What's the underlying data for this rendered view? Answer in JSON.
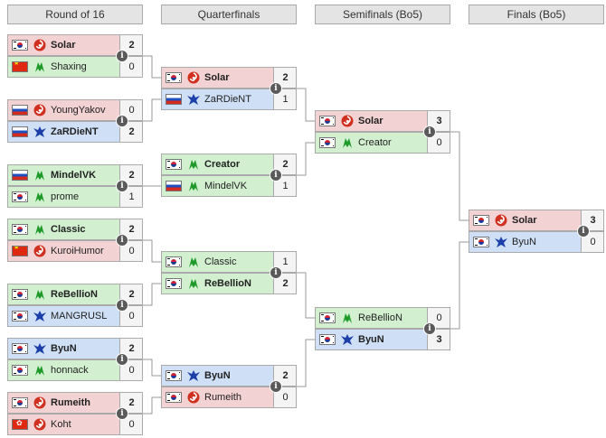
{
  "rounds": [
    {
      "label": "Round of 16"
    },
    {
      "label": "Quarterfinals"
    },
    {
      "label": "Semifinals (Bo5)"
    },
    {
      "label": "Finals (Bo5)"
    }
  ],
  "info_icon": "i",
  "matches": [
    {
      "round": 0,
      "players": [
        {
          "flag": "kr",
          "race": "zerg",
          "name": "Solar",
          "score": "2",
          "winner": true
        },
        {
          "flag": "cn",
          "race": "protoss",
          "name": "Shaxing",
          "score": "0",
          "winner": false
        }
      ]
    },
    {
      "round": 0,
      "players": [
        {
          "flag": "ru",
          "race": "zerg",
          "name": "YoungYakov",
          "score": "0",
          "winner": false
        },
        {
          "flag": "ru",
          "race": "terran",
          "name": "ZaRDieNT",
          "score": "2",
          "winner": true
        }
      ]
    },
    {
      "round": 0,
      "players": [
        {
          "flag": "ru",
          "race": "protoss",
          "name": "MindelVK",
          "score": "2",
          "winner": true
        },
        {
          "flag": "kr",
          "race": "protoss",
          "name": "prome",
          "score": "1",
          "winner": false
        }
      ]
    },
    {
      "round": 0,
      "players": [
        {
          "flag": "kr",
          "race": "protoss",
          "name": "Classic",
          "score": "2",
          "winner": true
        },
        {
          "flag": "cn",
          "race": "zerg",
          "name": "KuroiHumor",
          "score": "0",
          "winner": false
        }
      ]
    },
    {
      "round": 0,
      "players": [
        {
          "flag": "kr",
          "race": "protoss",
          "name": "ReBellioN",
          "score": "2",
          "winner": true
        },
        {
          "flag": "kr",
          "race": "terran",
          "name": "MANGRUSL",
          "score": "0",
          "winner": false
        }
      ]
    },
    {
      "round": 0,
      "players": [
        {
          "flag": "kr",
          "race": "terran",
          "name": "ByuN",
          "score": "2",
          "winner": true
        },
        {
          "flag": "kr",
          "race": "protoss",
          "name": "honnack",
          "score": "0",
          "winner": false
        }
      ]
    },
    {
      "round": 0,
      "players": [
        {
          "flag": "kr",
          "race": "zerg",
          "name": "Rumeith",
          "score": "2",
          "winner": true
        },
        {
          "flag": "hk",
          "race": "zerg",
          "name": "Koht",
          "score": "0",
          "winner": false
        }
      ]
    },
    {
      "round": 1,
      "players": [
        {
          "flag": "kr",
          "race": "zerg",
          "name": "Solar",
          "score": "2",
          "winner": true
        },
        {
          "flag": "ru",
          "race": "terran",
          "name": "ZaRDieNT",
          "score": "1",
          "winner": false
        }
      ]
    },
    {
      "round": 1,
      "players": [
        {
          "flag": "kr",
          "race": "protoss",
          "name": "Creator",
          "score": "2",
          "winner": true
        },
        {
          "flag": "ru",
          "race": "protoss",
          "name": "MindelVK",
          "score": "1",
          "winner": false
        }
      ]
    },
    {
      "round": 1,
      "players": [
        {
          "flag": "kr",
          "race": "protoss",
          "name": "Classic",
          "score": "1",
          "winner": false
        },
        {
          "flag": "kr",
          "race": "protoss",
          "name": "ReBellioN",
          "score": "2",
          "winner": true
        }
      ]
    },
    {
      "round": 1,
      "players": [
        {
          "flag": "kr",
          "race": "terran",
          "name": "ByuN",
          "score": "2",
          "winner": true
        },
        {
          "flag": "kr",
          "race": "zerg",
          "name": "Rumeith",
          "score": "0",
          "winner": false
        }
      ]
    },
    {
      "round": 2,
      "players": [
        {
          "flag": "kr",
          "race": "zerg",
          "name": "Solar",
          "score": "3",
          "winner": true
        },
        {
          "flag": "kr",
          "race": "protoss",
          "name": "Creator",
          "score": "0",
          "winner": false
        }
      ]
    },
    {
      "round": 2,
      "players": [
        {
          "flag": "kr",
          "race": "protoss",
          "name": "ReBellioN",
          "score": "0",
          "winner": false
        },
        {
          "flag": "kr",
          "race": "terran",
          "name": "ByuN",
          "score": "3",
          "winner": true
        }
      ]
    },
    {
      "round": 3,
      "players": [
        {
          "flag": "kr",
          "race": "zerg",
          "name": "Solar",
          "score": "3",
          "winner": true
        },
        {
          "flag": "kr",
          "race": "terran",
          "name": "ByuN",
          "score": "0",
          "winner": false
        }
      ]
    }
  ]
}
